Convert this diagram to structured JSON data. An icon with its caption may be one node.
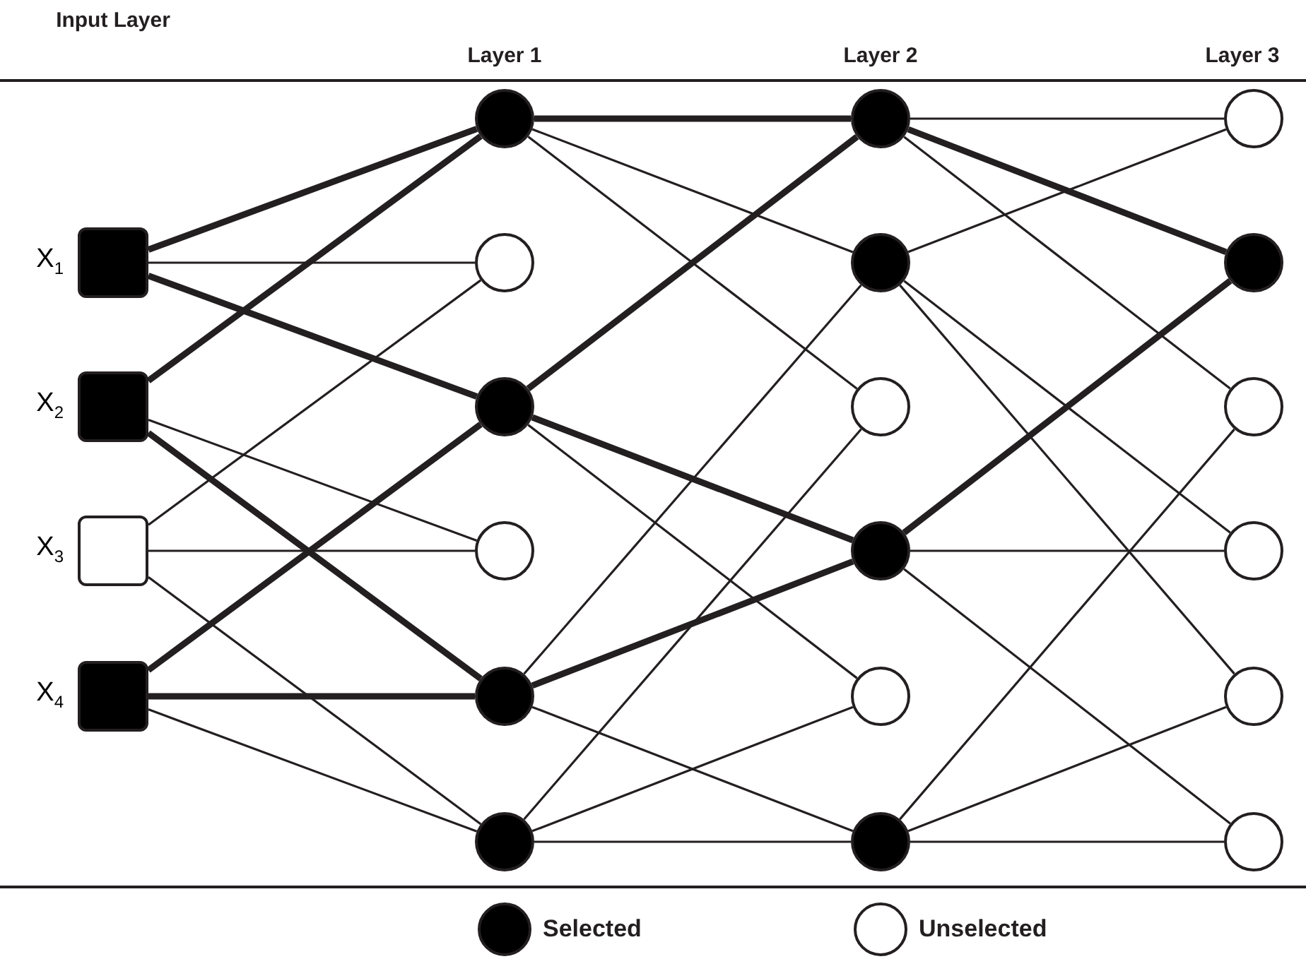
{
  "diagram": {
    "nodes": [
      {
        "text": [],
        "shape": "block",
        "beside": [
          "X$_{1}$"
        ]
      },
      {
        "text": [],
        "shape": "block",
        "beside": [
          "X$_{2}$"
        ]
      },
      {
        "text": [],
        "shape": "box",
        "beside": [
          "X$_{3}$"
        ]
      },
      {
        "text": [],
        "shape": "block",
        "beside": [
          "X$_{4}$"
        ]
      },
      {
        "text": [],
        "shape": "dot"
      },
      {
        "text": [],
        "shape": "circle"
      },
      {
        "text": [],
        "shape": "dot"
      },
      {
        "text": [],
        "shape": "circle"
      },
      {
        "text": [],
        "shape": "dot"
      },
      {
        "text": [],
        "shape": "dot"
      },
      {
        "text": [],
        "shape": "dot"
      },
      {
        "text": [],
        "shape": "dot"
      },
      {
        "text": [],
        "shape": "circle"
      },
      {
        "text": [],
        "shape": "dot"
      },
      {
        "text": [],
        "shape": "circle"
      },
      {
        "text": [],
        "shape": "dot"
      },
      {
        "text": [],
        "shape": "circle"
      },
      {
        "text": [],
        "shape": "dot"
      },
      {
        "text": [],
        "shape": "circle"
      },
      {
        "text": [],
        "shape": "circle"
      },
      {
        "text": [],
        "shape": "circle"
      },
      {
        "text": [],
        "shape": "circle"
      }
    ],
    "edges": [
      {
        "from": 0,
        "to": 4,
        "arrow": "none",
        "style": "thick"
      },
      {
        "from": 0,
        "to": 5,
        "arrow": "none"
      },
      {
        "from": 0,
        "to": 6,
        "arrow": "none",
        "style": "thick"
      },
      {
        "from": 1,
        "to": 4,
        "arrow": "none",
        "style": "thick"
      },
      {
        "from": 1,
        "to": 7,
        "arrow": "none"
      },
      {
        "from": 1,
        "to": 8,
        "arrow": "none",
        "style": "thick"
      },
      {
        "from": 2,
        "to": 5,
        "arrow": "none"
      },
      {
        "from": 2,
        "to": 7,
        "arrow": "none"
      },
      {
        "from": 2,
        "to": 9,
        "arrow": "none"
      },
      {
        "from": 3,
        "to": 6,
        "arrow": "none",
        "style": "thick"
      },
      {
        "from": 3,
        "to": 8,
        "arrow": "none",
        "style": "thick"
      },
      {
        "from": 3,
        "to": 9,
        "arrow": "none"
      },
      {
        "from": 4,
        "to": 10,
        "arrow": "none",
        "style": "thick"
      },
      {
        "from": 4,
        "to": 11,
        "arrow": "none"
      },
      {
        "from": 4,
        "to": 12,
        "arrow": "none"
      },
      {
        "from": 6,
        "to": 10,
        "arrow": "none",
        "style": "thick"
      },
      {
        "from": 6,
        "to": 13,
        "arrow": "none",
        "style": "thick"
      },
      {
        "from": 6,
        "to": 14,
        "arrow": "none"
      },
      {
        "from": 8,
        "to": 11,
        "arrow": "none"
      },
      {
        "from": 8,
        "to": 13,
        "arrow": "none",
        "style": "thick"
      },
      {
        "from": 8,
        "to": 15,
        "arrow": "none"
      },
      {
        "from": 9,
        "to": 12,
        "arrow": "none"
      },
      {
        "from": 9,
        "to": 14,
        "arrow": "none"
      },
      {
        "from": 9,
        "to": 15,
        "arrow": "none"
      },
      {
        "from": 10,
        "to": 16,
        "arrow": "none"
      },
      {
        "from": 10,
        "to": 17,
        "arrow": "none",
        "style": "thick"
      },
      {
        "from": 10,
        "to": 18,
        "arrow": "none"
      },
      {
        "from": 11,
        "to": 16,
        "arrow": "none"
      },
      {
        "from": 11,
        "to": 19,
        "arrow": "none"
      },
      {
        "from": 11,
        "to": 20,
        "arrow": "none"
      },
      {
        "from": 13,
        "to": 17,
        "arrow": "none",
        "style": "thick"
      },
      {
        "from": 13,
        "to": 19,
        "arrow": "none"
      },
      {
        "from": 13,
        "to": 21,
        "arrow": "none"
      },
      {
        "from": 15,
        "to": 18,
        "arrow": "none"
      },
      {
        "from": 15,
        "to": 20,
        "arrow": "none"
      },
      {
        "from": 15,
        "to": 21,
        "arrow": "none"
      }
    ],
    "labels": [
      "Input Layer",
      "Layer 1",
      "Layer 2",
      "Layer 3"
    ],
    "legend": [
      {
        "text": "Selected",
        "color": "#000000"
      },
      {
        "text": "Unselected",
        "color": "#ffffff"
      }
    ]
  }
}
